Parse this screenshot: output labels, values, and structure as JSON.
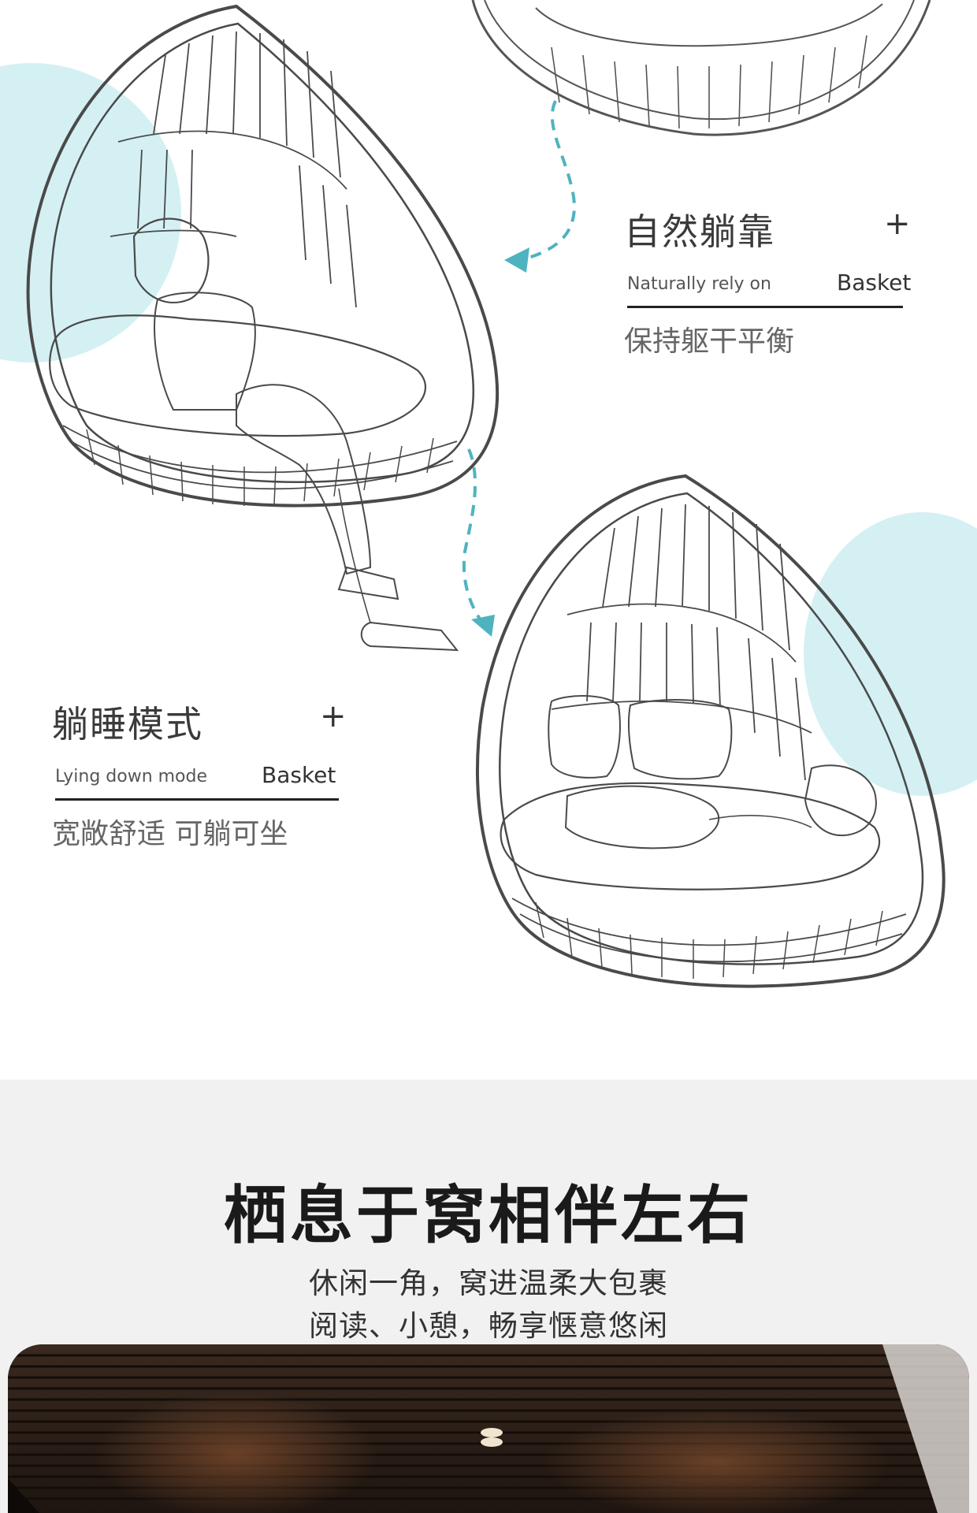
{
  "features": [
    {
      "title": "自然躺靠",
      "plus": "+",
      "subtitle_en": "Naturally rely on",
      "tag": "Basket",
      "description": "保持躯干平衡"
    },
    {
      "title": "躺睡模式",
      "plus": "+",
      "subtitle_en": "Lying down mode",
      "tag": "Basket",
      "description": "宽敞舒适 可躺可坐"
    }
  ],
  "bottom": {
    "headline": "栖息于窝相伴左右",
    "sub_line_1": "休闲一角，窝进温柔大包裹",
    "sub_line_2": "阅读、小憩，畅享惬意悠闲"
  },
  "colors": {
    "accent_teal": "#4fb3bf",
    "blob_teal": "#d4f0f2",
    "panel_gray": "#f1f1f1",
    "wood_dark": "#2a1e17"
  }
}
